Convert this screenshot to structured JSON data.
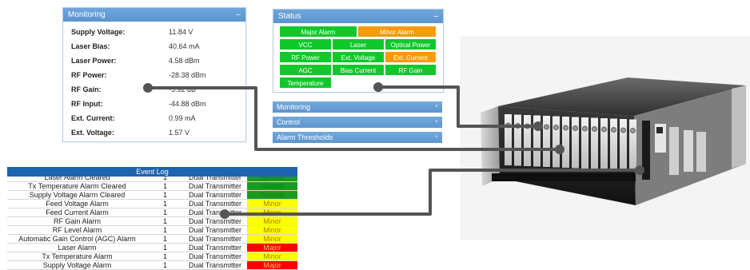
{
  "monitoring": {
    "title": "Monitoring",
    "toggle": "–",
    "rows": [
      {
        "label": "Supply Voltage:",
        "value": "11.84 V"
      },
      {
        "label": "Laser Bias:",
        "value": "40.64 mA"
      },
      {
        "label": "Laser Power:",
        "value": "4.58 dBm"
      },
      {
        "label": "RF Power:",
        "value": "-28.38 dBm"
      },
      {
        "label": "RF Gain:",
        "value": "·5.92 dB"
      },
      {
        "label": "RF Input:",
        "value": "-44.88 dBm"
      },
      {
        "label": "Ext. Current:",
        "value": "0.99 mA"
      },
      {
        "label": "Ext. Voltage:",
        "value": "1.57 V"
      }
    ]
  },
  "status": {
    "title": "Status",
    "toggle": "–",
    "cells": [
      {
        "label": "Major Alarm",
        "state": "green"
      },
      {
        "label": "Minor Alarm",
        "state": "orange"
      },
      {
        "label": "VCC",
        "state": "green"
      },
      {
        "label": "Laser",
        "state": "green"
      },
      {
        "label": "Optical Power",
        "state": "green"
      },
      {
        "label": "RF Power",
        "state": "green"
      },
      {
        "label": "Ext. Voltage",
        "state": "green"
      },
      {
        "label": "Ext. Current",
        "state": "orange"
      },
      {
        "label": "AGC",
        "state": "green"
      },
      {
        "label": "Bias Current",
        "state": "green"
      },
      {
        "label": "RF Gain",
        "state": "green"
      },
      {
        "label": "Temperature",
        "state": "green"
      }
    ]
  },
  "collapsed_panels": [
    {
      "title": "Monitoring",
      "toggle": "+"
    },
    {
      "title": "Control",
      "toggle": "+"
    },
    {
      "title": "Alarm Thresholds",
      "toggle": "+"
    }
  ],
  "event_log": {
    "title": "Event Log",
    "rows": [
      {
        "event": "Laser Alarm Cleared",
        "count": "1",
        "source": "Dual Transmitter",
        "severity": "Normal"
      },
      {
        "event": "Tx Temperature Alarm Cleared",
        "count": "1",
        "source": "Dual Transmitter",
        "severity": "Normal"
      },
      {
        "event": "Supply Voltage Alarm Cleared",
        "count": "1",
        "source": "Dual Transmitter",
        "severity": "Normal"
      },
      {
        "event": "Feed Voltage Alarm",
        "count": "1",
        "source": "Dual Transmitter",
        "severity": "Minor"
      },
      {
        "event": "Feed Current Alarm",
        "count": "1",
        "source": "Dual Transmitter",
        "severity": "Minor"
      },
      {
        "event": "RF Gain Alarm",
        "count": "1",
        "source": "Dual Transmitter",
        "severity": "Minor"
      },
      {
        "event": "RF Level Alarm",
        "count": "1",
        "source": "Dual Transmitter",
        "severity": "Minor"
      },
      {
        "event": "Automatic Gain Control (AGC) Alarm",
        "count": "1",
        "source": "Dual Transmitter",
        "severity": "Minor"
      },
      {
        "event": "Laser Alarm",
        "count": "1",
        "source": "Dual Transmitter",
        "severity": "Major"
      },
      {
        "event": "Tx Temperature Alarm",
        "count": "1",
        "source": "Dual Transmitter",
        "severity": "Minor"
      },
      {
        "event": "Supply Voltage Alarm",
        "count": "1",
        "source": "Dual Transmitter",
        "severity": "Major"
      }
    ]
  },
  "colors": {
    "panel_header": "#5a94cf",
    "status_ok": "#11c82c",
    "status_warn": "#f89a0c",
    "severity_normal": "#1a9b20",
    "severity_minor": "#ffff00",
    "severity_major": "#ff0000",
    "connector": "#555555"
  }
}
